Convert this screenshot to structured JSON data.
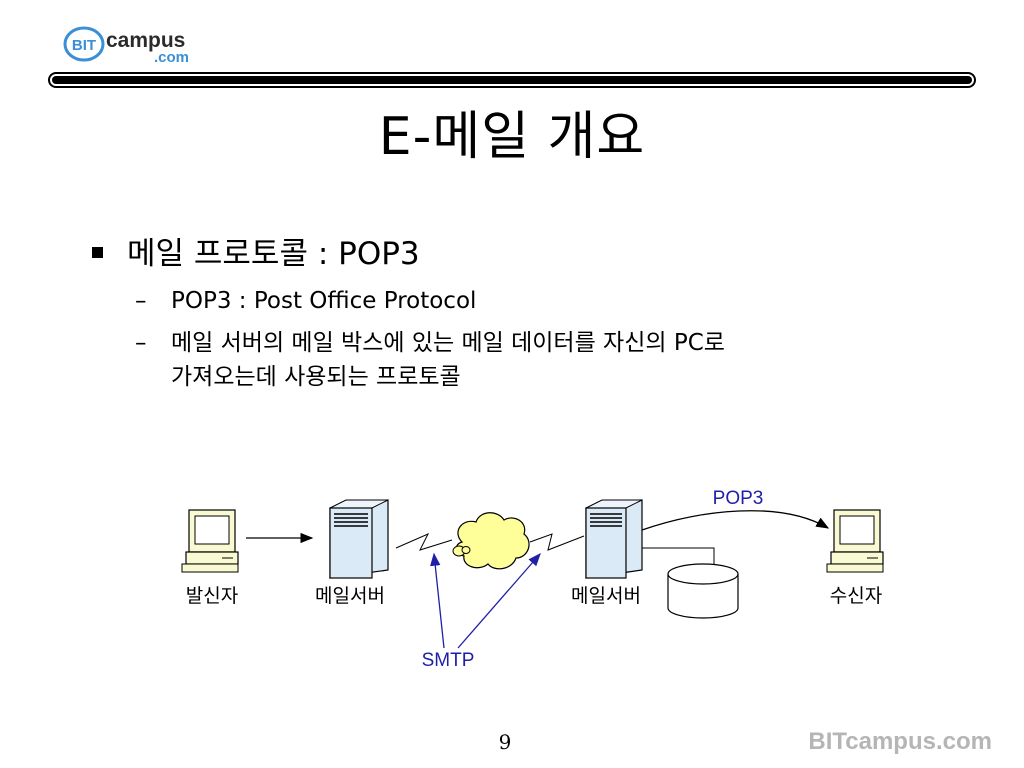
{
  "brand": {
    "logo_bit": "BIT",
    "logo_campus": "campus",
    "logo_com": ".com",
    "footer": "BITcampus.com"
  },
  "slide": {
    "title": "E-메일 개요",
    "bullet": "메일 프로토콜 : POP3",
    "sub_items": [
      {
        "dash": "–",
        "text": "POP3 : Post Office Protocol"
      },
      {
        "dash": "–",
        "lines": [
          "메일 서버의 메일 박스에 있는 메일 데이터를 자신의 PC로",
          "가져오는데 사용되는 프로토콜"
        ]
      }
    ],
    "page_number": "9"
  },
  "diagram": {
    "sender_label": "발신자",
    "server1_label": "메일서버",
    "server2_label": "메일서버",
    "receiver_label": "수신자",
    "pop3_label": "POP3",
    "smtp_label": "SMTP",
    "colors": {
      "protocol_label": "#1f1fa8",
      "server_fill": "#dbeaf7",
      "computer_fill": "#fafad2",
      "cloud_fill": "#ffff99"
    }
  }
}
